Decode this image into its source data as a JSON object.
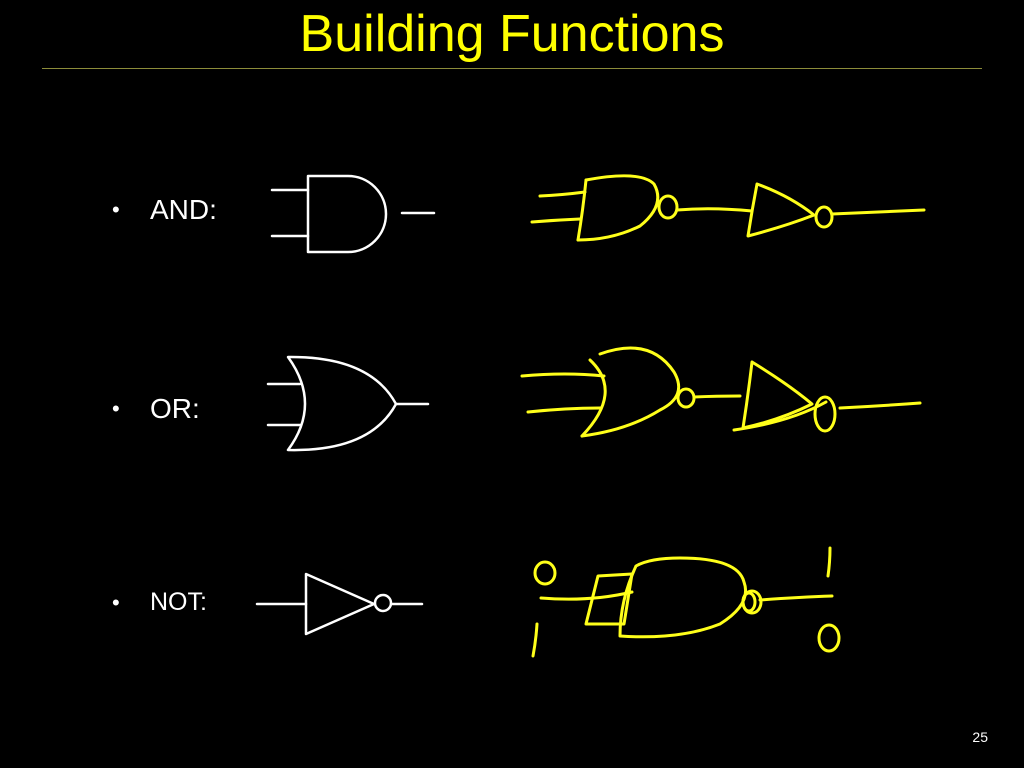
{
  "slide": {
    "title": "Building Functions",
    "page_number": "25"
  },
  "bullets": [
    {
      "symbol": "•",
      "label": "AND:"
    },
    {
      "symbol": "•",
      "label": "OR:"
    },
    {
      "symbol": "•",
      "label": "NOT:"
    }
  ],
  "annotations": {
    "not_input_0": "0",
    "not_input_1": "1",
    "not_output_1": "1",
    "not_output_0": "0"
  },
  "colors": {
    "title": "#ffff00",
    "ink": "#ffff1a",
    "gate": "#ffffff",
    "background": "#000000"
  }
}
